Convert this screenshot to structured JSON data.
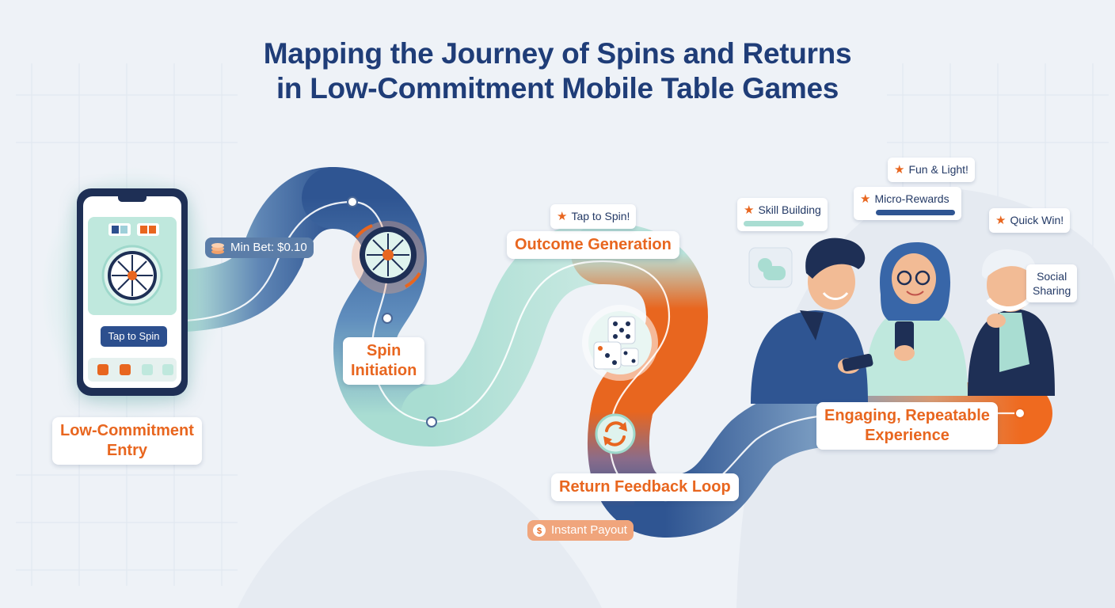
{
  "title": {
    "line1": "Mapping the Journey of Spins and Returns",
    "line2": "in Low-Commitment Mobile Table Games"
  },
  "phone": {
    "button_label": "Tap to Spin"
  },
  "stages": {
    "entry_line1": "Low-Commitment",
    "entry_line2": "Entry",
    "spin_line1": "Spin",
    "spin_line2": "Initiation",
    "outcome": "Outcome Generation",
    "return_loop": "Return Feedback Loop",
    "engaging_line1": "Engaging, Repeatable",
    "engaging_line2": "Experience"
  },
  "badges": {
    "min_bet": "Min Bet: $0.10",
    "tap_to_spin": "Tap to Spin!",
    "instant_payout": "Instant Payout"
  },
  "tags": {
    "fun_light": "Fun & Light!",
    "micro_rewards": "Micro-Rewards",
    "skill_building": "Skill Building",
    "quick_win": "Quick Win!",
    "social_line1": "Social",
    "social_line2": "Sharing"
  },
  "icons": [
    "coin-stack-icon",
    "roulette-wheel-icon",
    "dice-icon",
    "refresh-icon",
    "star-icon",
    "payout-icon",
    "chat-bubble-icon"
  ],
  "colors": {
    "title": "#1f3d78",
    "accent_orange": "#e8661f",
    "path_blue": "#2f5a9a",
    "path_mint": "#a9ddd2",
    "background": "#eef2f7"
  }
}
